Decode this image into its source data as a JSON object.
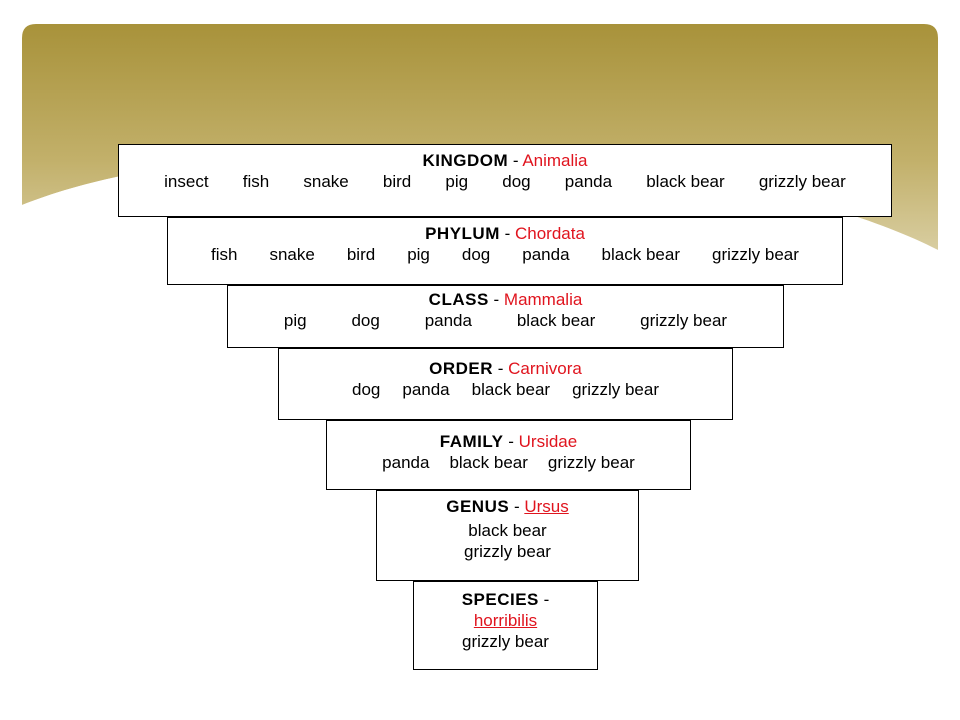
{
  "levels": [
    {
      "rank": "KINGDOM",
      "sep": " - ",
      "taxon": "Animalia",
      "underline": false,
      "members": [
        "insect",
        "fish",
        "snake",
        "bird",
        "pig",
        "dog",
        "panda",
        "black bear",
        "grizzly bear"
      ]
    },
    {
      "rank": "PHYLUM",
      "sep": " - ",
      "taxon": "Chordata",
      "underline": false,
      "members": [
        "fish",
        "snake",
        "bird",
        "pig",
        "dog",
        "panda",
        "black bear",
        "grizzly bear"
      ]
    },
    {
      "rank": "CLASS",
      "sep": " - ",
      "taxon": "Mammalia",
      "underline": false,
      "members": [
        "pig",
        "dog",
        "panda",
        "black bear",
        "grizzly bear"
      ]
    },
    {
      "rank": "ORDER",
      "sep": " - ",
      "taxon": "Carnivora",
      "underline": false,
      "members": [
        "dog",
        "panda",
        "black bear",
        "grizzly bear"
      ]
    },
    {
      "rank": "FAMILY",
      "sep": " - ",
      "taxon": "Ursidae",
      "underline": false,
      "members": [
        "panda",
        "black bear",
        "grizzly bear"
      ]
    },
    {
      "rank": "GENUS",
      "sep": " - ",
      "taxon": "Ursus",
      "underline": true,
      "members": [
        "black bear",
        "grizzly bear"
      ]
    },
    {
      "rank": "SPECIES",
      "sep": " -",
      "taxon": "horribilis",
      "underline": true,
      "members": [
        "grizzly bear"
      ]
    }
  ],
  "colors": {
    "taxon": "#e0141e",
    "band_dark": "#a8923a",
    "band_light": "#d8cda0"
  }
}
